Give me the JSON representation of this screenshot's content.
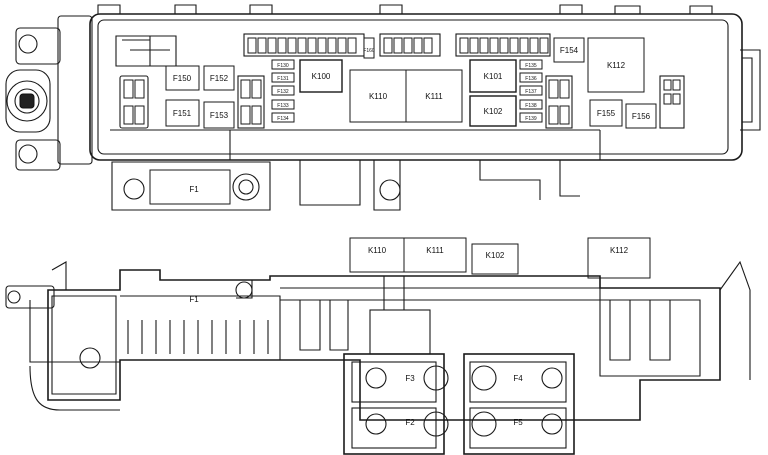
{
  "top_view": {
    "relays": [
      "K100",
      "K110",
      "K111",
      "K101",
      "K102",
      "K112"
    ],
    "fuses_large": [
      "F150",
      "F151",
      "F152",
      "F153",
      "F154",
      "F155",
      "F156",
      "F1"
    ],
    "fuses_small_left": [
      "F130",
      "F131",
      "F132",
      "F133",
      "F134"
    ],
    "fuses_small_right": [
      "F135",
      "F136",
      "F137",
      "F138",
      "F139"
    ],
    "fuse_vertical": "F160"
  },
  "bottom_view": {
    "relays": [
      "K110",
      "K111",
      "K102",
      "K112"
    ],
    "fuse_main": "F1",
    "fuses_lower": [
      "F3",
      "F2",
      "F4",
      "F5"
    ]
  }
}
